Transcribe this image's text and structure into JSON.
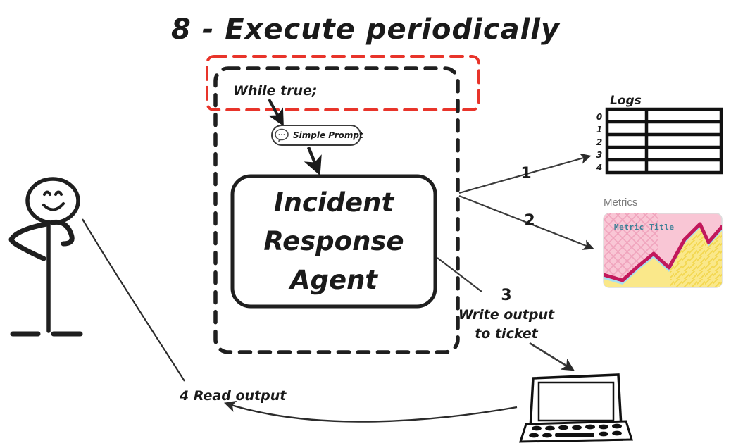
{
  "page": {
    "title": "8 - Execute periodically",
    "background_color": "#ffffff",
    "ink_color": "#1a1a1a",
    "highlight_color": "#e8342a"
  },
  "loop": {
    "condition_label": "While true;",
    "highlight_box_name": "periodic-execution-highlight"
  },
  "prompt_node": {
    "label": "Simple Prompt",
    "icon": "chat-bubble-icon"
  },
  "agent_node": {
    "line1": "Incident",
    "line2": "Response",
    "line3": "Agent"
  },
  "actor": {
    "name": "stick-figure-person",
    "pose": "thinking"
  },
  "connectors": [
    {
      "id": "1",
      "label": "1",
      "from": "agent-container",
      "to": "logs-table"
    },
    {
      "id": "2",
      "label": "2",
      "from": "agent-container",
      "to": "metrics-chart"
    },
    {
      "id": "3",
      "label_number": "3",
      "label_line1": "Write output",
      "label_line2": "to ticket",
      "from": "agent-node",
      "to": "laptop"
    },
    {
      "id": "4",
      "label": "4 Read output",
      "from": "laptop",
      "to": "stick-figure-person"
    }
  ],
  "logs": {
    "title": "Logs",
    "row_labels": [
      "0",
      "1",
      "2",
      "3",
      "4"
    ],
    "columns": 2,
    "rows": 5
  },
  "metrics": {
    "title": "Metrics",
    "chart_title": "Metric Title",
    "colors": {
      "background": "#f9c6d5",
      "hatch": "#f2a8be",
      "area": "#fae88a",
      "area_hatch": "#f2d556",
      "line": "#c2185b",
      "accent_line": "#a8dff0",
      "title_text": "#3d7f96"
    }
  },
  "laptop": {
    "name": "laptop-device"
  }
}
